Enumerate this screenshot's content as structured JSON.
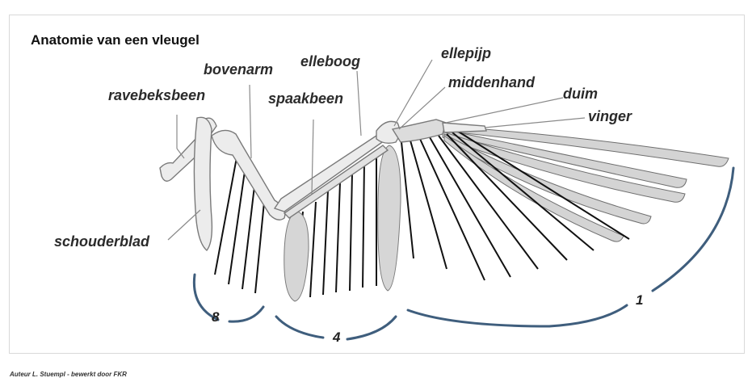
{
  "title": "Anatomie van een vleugel",
  "labels": {
    "ravebeksbeen": "ravebeksbeen",
    "bovenarm": "bovenarm",
    "elleboog": "elleboog",
    "spaakbeen": "spaakbeen",
    "ellepijp": "ellepijp",
    "middenhand": "middenhand",
    "duim": "duim",
    "vinger": "vinger",
    "schouderblad": "schouderblad"
  },
  "groups": {
    "primaries": "1",
    "secondaries": "4",
    "tertials": "8"
  },
  "credit": "Auteur L. Stuempl - bewerkt door FKR",
  "colors": {
    "bone": "#ececec",
    "bone_outline": "#7a7a7a",
    "feather_fill": "#d4d4d4",
    "feather_line": "#111111",
    "group_arc": "#3f5e7d",
    "leader_line": "#8a8a8a"
  }
}
